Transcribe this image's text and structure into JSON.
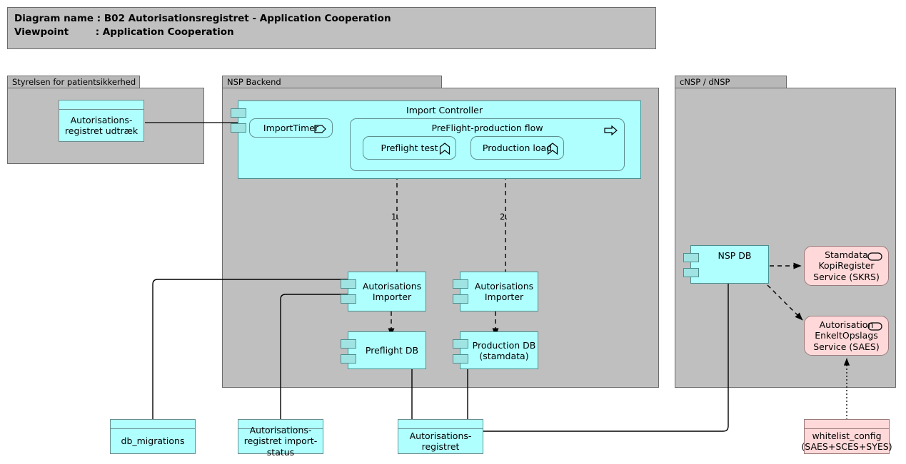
{
  "title": {
    "line1": "Diagram name : B02 Autorisationsregistret - Application Cooperation",
    "line2": "Viewpoint        : Application Cooperation"
  },
  "groups": [
    {
      "id": "styrelsen",
      "label": "Styrelsen for patientsikkerhed"
    },
    {
      "id": "nsp_backend",
      "label": "NSP Backend"
    },
    {
      "id": "cnsp_dnsp",
      "label": "cNSP / dNSP"
    }
  ],
  "nodes": {
    "udtraek": {
      "label": "Autorisations-\nregistret udtræk",
      "type": "data-object",
      "color": "#b0ffff"
    },
    "import_controller": {
      "label": "Import Controller",
      "type": "application-component",
      "color": "#b0ffff"
    },
    "import_timer": {
      "label": "ImportTimer",
      "type": "application-event",
      "icon": "event-icon"
    },
    "preflight_flow": {
      "label": "PreFlight-production flow",
      "type": "application-process",
      "icon": "process-arrow-icon"
    },
    "preflight_test": {
      "label": "Preflight test",
      "type": "application-function",
      "icon": "function-icon"
    },
    "production_load": {
      "label": "Production load",
      "type": "application-function",
      "icon": "function-icon"
    },
    "importer_left": {
      "label": "Autorisations\nImporter",
      "type": "application-component"
    },
    "importer_right": {
      "label": "Autorisations\nImporter",
      "type": "application-component"
    },
    "preflight_db": {
      "label": "Preflight DB",
      "type": "application-component"
    },
    "production_db": {
      "label": "Production DB\n(stamdata)",
      "type": "application-component"
    },
    "nsp_db": {
      "label": "NSP DB",
      "type": "application-component"
    },
    "skrs": {
      "label": "Stamdata\nKopiRegister\nService (SKRS)",
      "type": "application-service",
      "icon": "service-oval-icon",
      "color": "#ffd9d9"
    },
    "saes": {
      "label": "Autorisation\nEnkeltOpslags\nService (SAES)",
      "type": "application-service",
      "icon": "service-oval-icon",
      "color": "#ffd9d9"
    },
    "db_migrations": {
      "label": "db_migrations",
      "type": "data-object"
    },
    "import_status": {
      "label": "Autorisations-\nregistret import-\nstatus",
      "type": "data-object"
    },
    "autorisationsregistret": {
      "label": "Autorisations-\nregistret",
      "type": "data-object"
    },
    "whitelist_config": {
      "label": "whitelist_config\n(SAES+SCES+SYES)",
      "type": "data-object",
      "color": "#ffd9d9"
    }
  },
  "flow_labels": {
    "step1": "1.",
    "step2": "2."
  }
}
